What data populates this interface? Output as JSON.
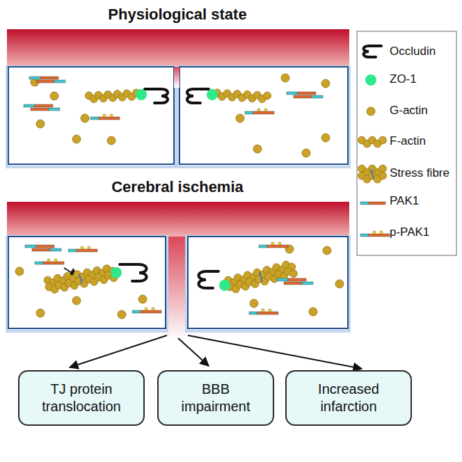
{
  "diagram": {
    "nodes": [
      {
        "text": [
          "TJ protein translocation"
        ]
      },
      {
        "text": [
          "BBB impairment"
        ]
      },
      {
        "text": [
          "Increased infarction"
        ]
      }
    ],
    "labels": [
      "Physiological state",
      "Cerebral ischemia"
    ],
    "legend": [
      {
        "text": "Occludin"
      },
      {
        "text": "ZO-1"
      },
      {
        "text": "G-actin"
      },
      {
        "text": "F-actin"
      },
      {
        "text": "Stress fibre"
      },
      {
        "text": "PAK1"
      },
      {
        "text": "p-PAK1"
      }
    ]
  }
}
